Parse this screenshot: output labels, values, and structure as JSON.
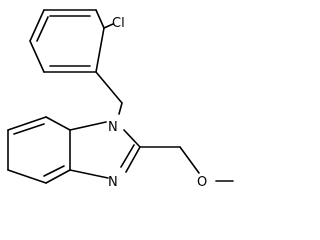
{
  "atoms": {
    "chlorine": "Cl",
    "n1": "N",
    "n3": "N",
    "oxygen": "O"
  },
  "colors": {
    "bond": "#000000",
    "text": "#000000",
    "background": "#ffffff"
  }
}
